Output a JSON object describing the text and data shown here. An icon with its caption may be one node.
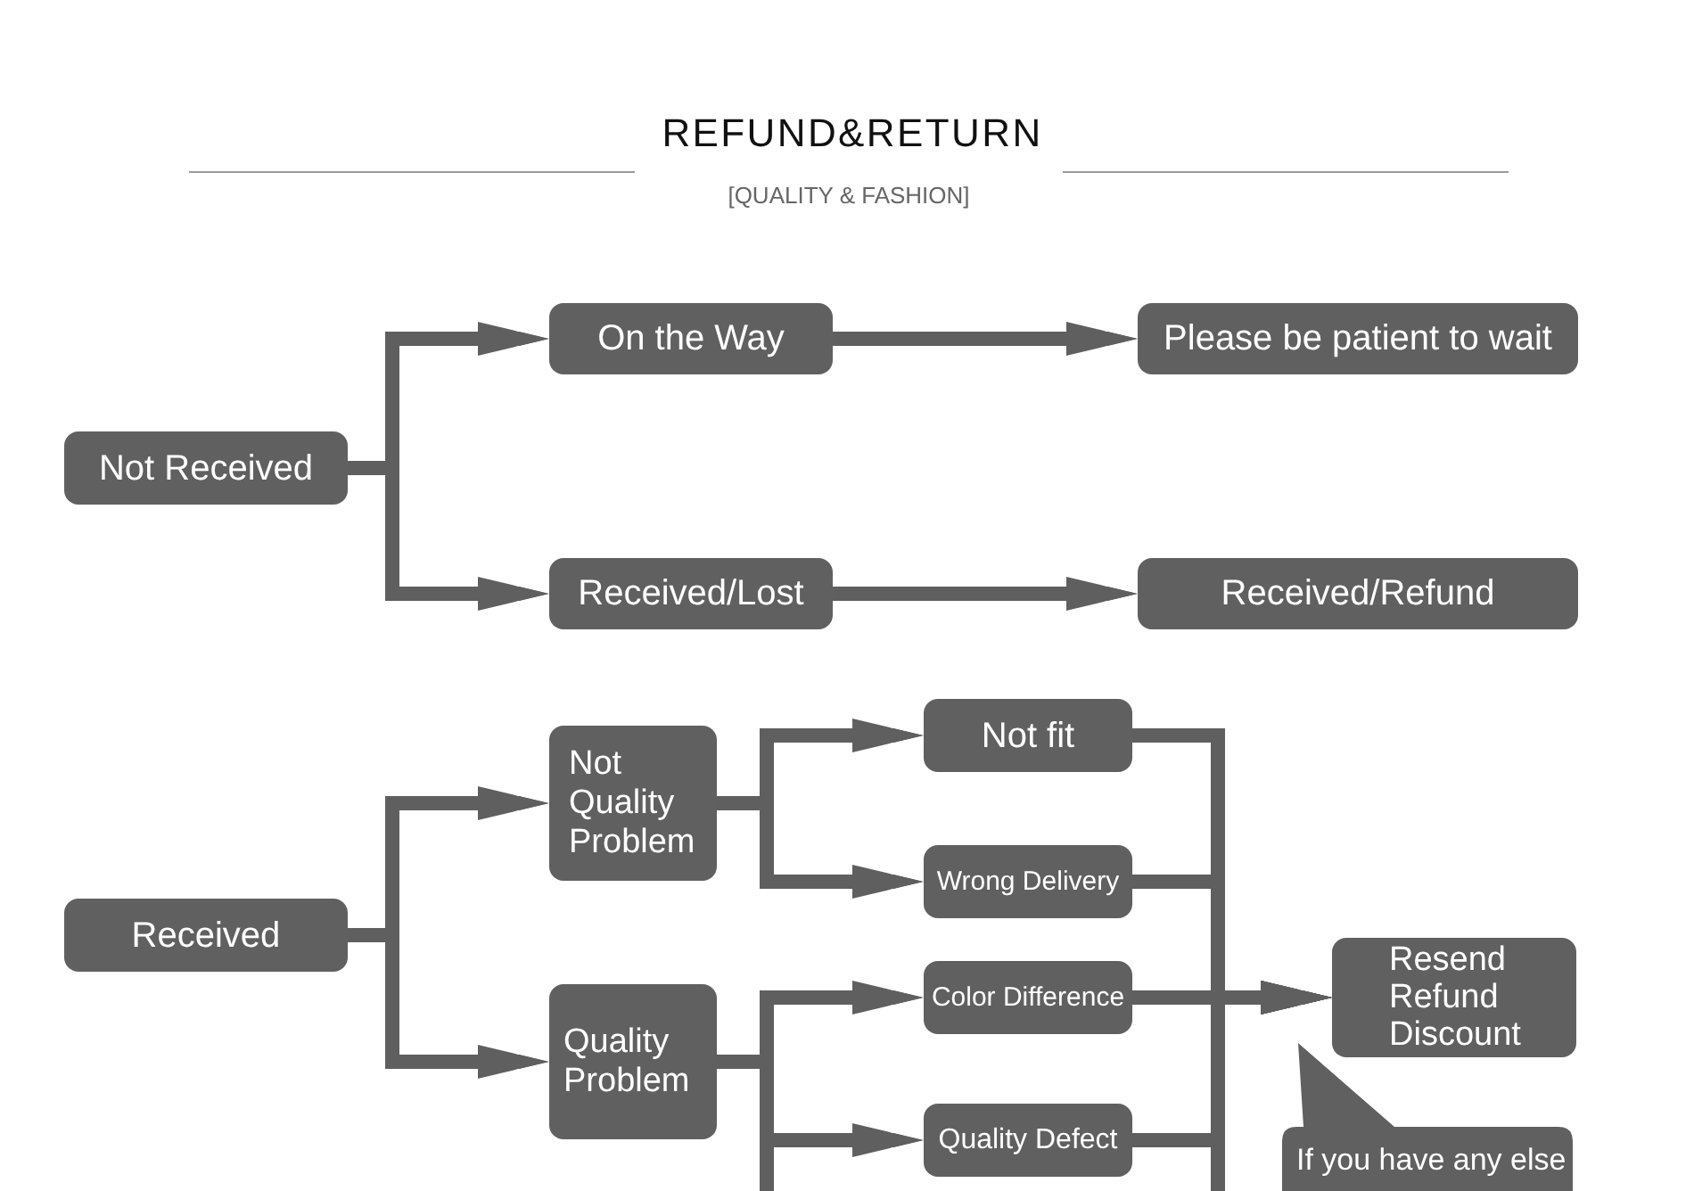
{
  "diagram": {
    "title": "REFUND&RETURN",
    "nodes": [
      {
        "text": [
          "Not Received"
        ]
      },
      {
        "text": [
          "On the Way"
        ]
      },
      {
        "text": [
          "Please be patient to wait"
        ]
      },
      {
        "text": [
          "Received/Lost"
        ]
      },
      {
        "text": [
          "Received/Refund"
        ]
      },
      {
        "text": [
          "Received"
        ]
      },
      {
        "text": [
          "Not Quality Problem"
        ]
      },
      {
        "text": [
          "Quality Problem"
        ]
      },
      {
        "text": [
          "Not fit"
        ]
      },
      {
        "text": [
          "Wrong Delivery"
        ]
      },
      {
        "text": [
          "Color Difference"
        ]
      },
      {
        "text": [
          "Quality Defect"
        ]
      },
      {
        "text": [
          "Resend Refund Discount"
        ]
      },
      {
        "text": [
          "If you have any else"
        ]
      }
    ],
    "edges": [
      {
        "from": 0,
        "to": 1,
        "arrow": "to"
      },
      {
        "from": 0,
        "to": 3,
        "arrow": "to"
      },
      {
        "from": 1,
        "to": 2,
        "arrow": "to"
      },
      {
        "from": 3,
        "to": 4,
        "arrow": "to"
      },
      {
        "from": 5,
        "to": 6,
        "arrow": "to"
      },
      {
        "from": 5,
        "to": 7,
        "arrow": "to"
      },
      {
        "from": 6,
        "to": 8,
        "arrow": "to"
      },
      {
        "from": 6,
        "to": 9,
        "arrow": "to"
      },
      {
        "from": 7,
        "to": 10,
        "arrow": "to"
      },
      {
        "from": 7,
        "to": 11,
        "arrow": "to"
      },
      {
        "from": 7,
        "to": null,
        "arrow": "none"
      },
      {
        "from": 8,
        "to": 12,
        "arrow": "to"
      },
      {
        "from": 9,
        "to": 12,
        "arrow": "to"
      },
      {
        "from": 10,
        "to": 12,
        "arrow": "to"
      },
      {
        "from": 11,
        "to": 12,
        "arrow": "to"
      },
      {
        "from": null,
        "to": 12,
        "arrow": "to"
      }
    ],
    "labels": [
      "[QUALITY & FASHION]"
    ]
  }
}
